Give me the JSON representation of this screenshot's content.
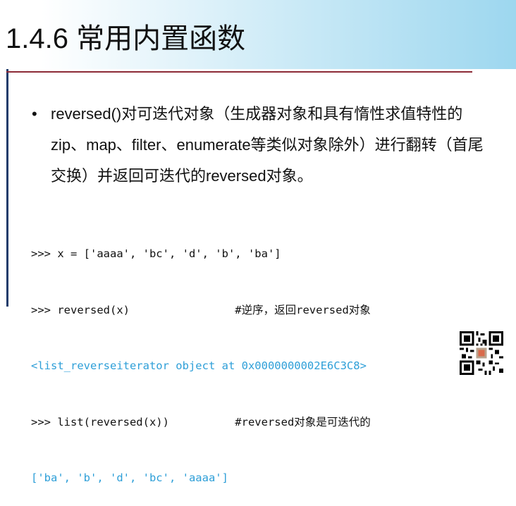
{
  "header": {
    "title": "1.4.6  常用内置函数"
  },
  "bullet": {
    "marker": "•",
    "text": "reversed()对可迭代对象（生成器对象和具有惰性求值特性的zip、map、filter、enumerate等类似对象除外）进行翻转（首尾交换）并返回可迭代的reversed对象。"
  },
  "code": {
    "lines": [
      {
        "text": ">>> x = ['aaaa', 'bc', 'd', 'b', 'ba']",
        "kind": "input"
      },
      {
        "text": ">>> reversed(x)                #逆序，返回reversed对象",
        "kind": "input"
      },
      {
        "text": "<list_reverseiterator object at 0x0000000002E6C3C8>",
        "kind": "output"
      },
      {
        "text": ">>> list(reversed(x))          #reversed对象是可迭代的",
        "kind": "input"
      },
      {
        "text": "['ba', 'b', 'd', 'bc', 'aaaa']",
        "kind": "output"
      }
    ]
  },
  "colors": {
    "header_gradient_end": "#9dd7ef",
    "output_text": "#2e9fd8",
    "rule_line": "#8c2a36",
    "side_line": "#1f3c6b"
  },
  "qr": {
    "icon": "qr-code-icon"
  }
}
